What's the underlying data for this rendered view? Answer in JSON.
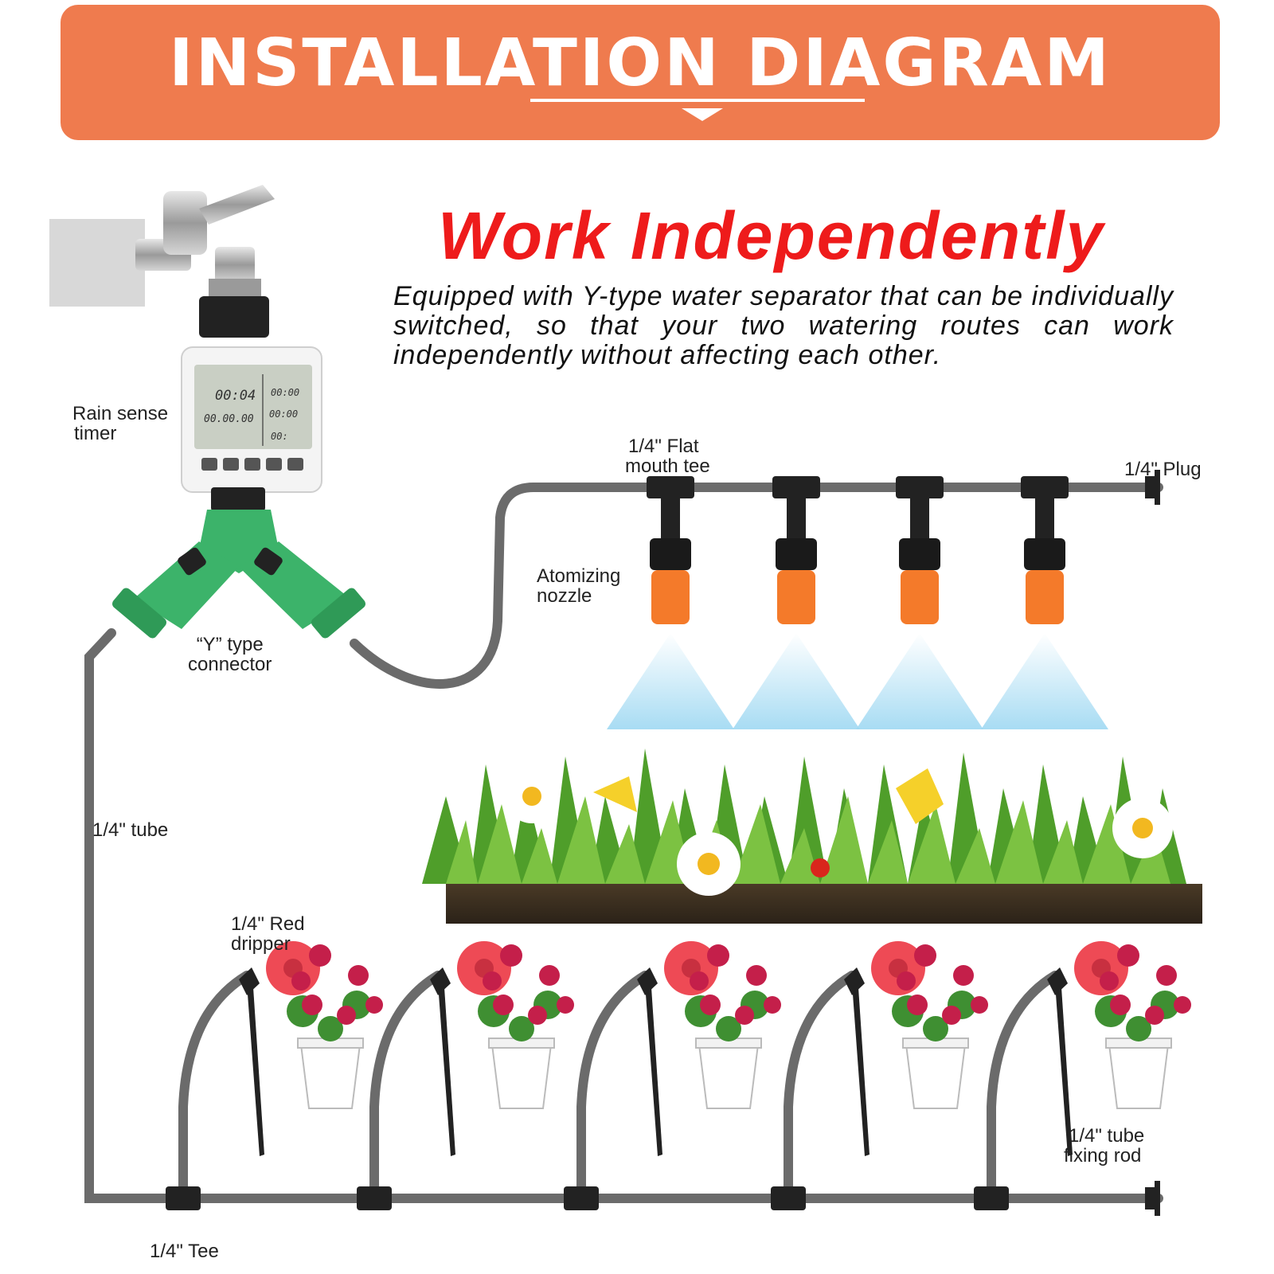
{
  "banner": {
    "title": "INSTALLATION DIAGRAM"
  },
  "headline": "Work Independently",
  "description": "Equipped with Y-type water separator that can be individually switched, so that your two watering routes can work independently without affecting each other.",
  "timer_display": {
    "top": "00:04",
    "right_top": "00:00",
    "mid_left": "00.00.00",
    "mid_right": "00:00",
    "bottom_right": "00:"
  },
  "labels": {
    "rain_sense_timer": [
      "Rain sense",
      "timer"
    ],
    "y_connector": [
      "“Y”  type",
      "connector"
    ],
    "flat_mouth_tee": [
      "1/4\" Flat",
      "mouth tee"
    ],
    "plug": "1/4\" Plug",
    "atomizing_nozzle": [
      "Atomizing",
      "nozzle"
    ],
    "tube": "1/4\" tube",
    "red_dripper": [
      "1/4\" Red",
      "dripper"
    ],
    "fixing_rod": [
      "1/4\" tube",
      "fixing rod"
    ],
    "tee": "1/4\" Tee"
  },
  "colors": {
    "banner": "#ef7b4e",
    "headline": "#ee1b1b",
    "tube": "#6b6b6b",
    "nozzle": "#f47a2a",
    "connector": "#3cb36a",
    "dripper": "#ee4a55",
    "mist": "#9ed8f2",
    "grass": "#4f9e2a"
  }
}
